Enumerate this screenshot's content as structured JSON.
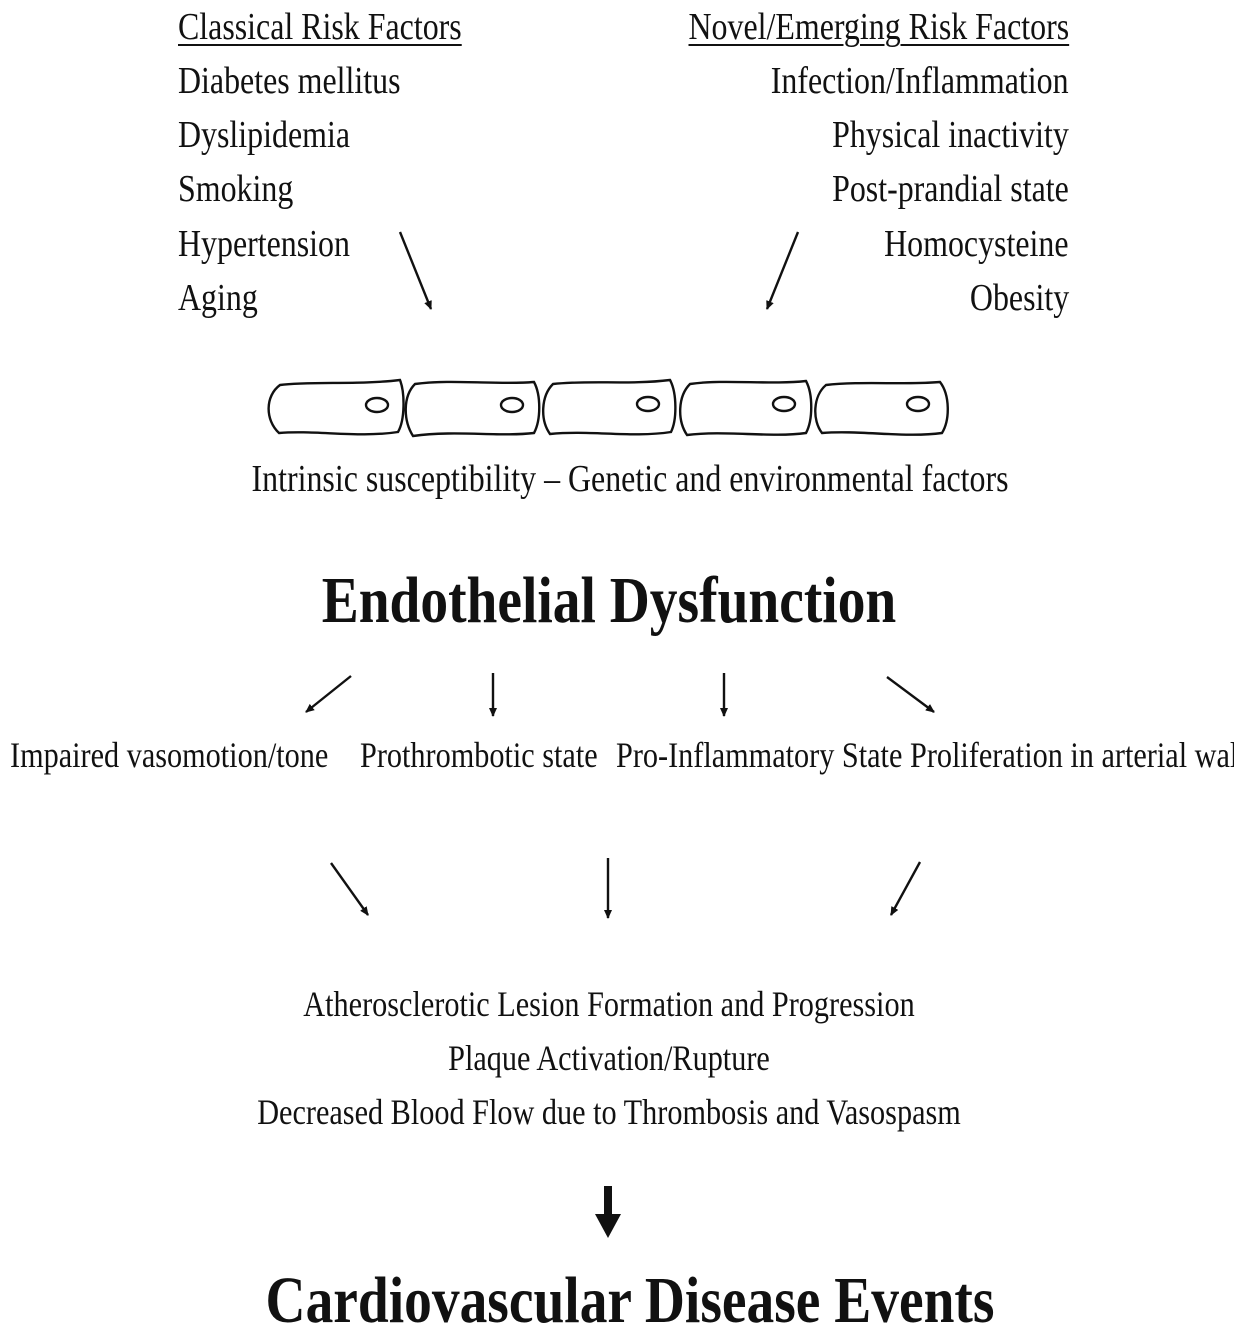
{
  "classical": {
    "header": "Classical Risk Factors",
    "items": [
      "Diabetes mellitus",
      "Dyslipidemia",
      "Smoking",
      "Hypertension",
      "Aging"
    ]
  },
  "novel": {
    "header": "Novel/Emerging Risk Factors",
    "items": [
      "Infection/Inflammation",
      "Physical inactivity",
      "Post-prandial state",
      "Homocysteine",
      "Obesity"
    ]
  },
  "susceptibility": "Intrinsic susceptibility – Genetic and environmental factors",
  "dysfunction": "Endothelial Dysfunction",
  "effects": [
    "Impaired vasomotion/tone",
    "Prothrombotic state",
    "Pro-Inflammatory State",
    "Proliferation in arterial wall"
  ],
  "outcomes": [
    "Atherosclerotic Lesion Formation and Progression",
    "Plaque Activation/Rupture",
    "Decreased Blood Flow due to Thrombosis and Vasospasm"
  ],
  "final": "Cardiovascular Disease Events"
}
